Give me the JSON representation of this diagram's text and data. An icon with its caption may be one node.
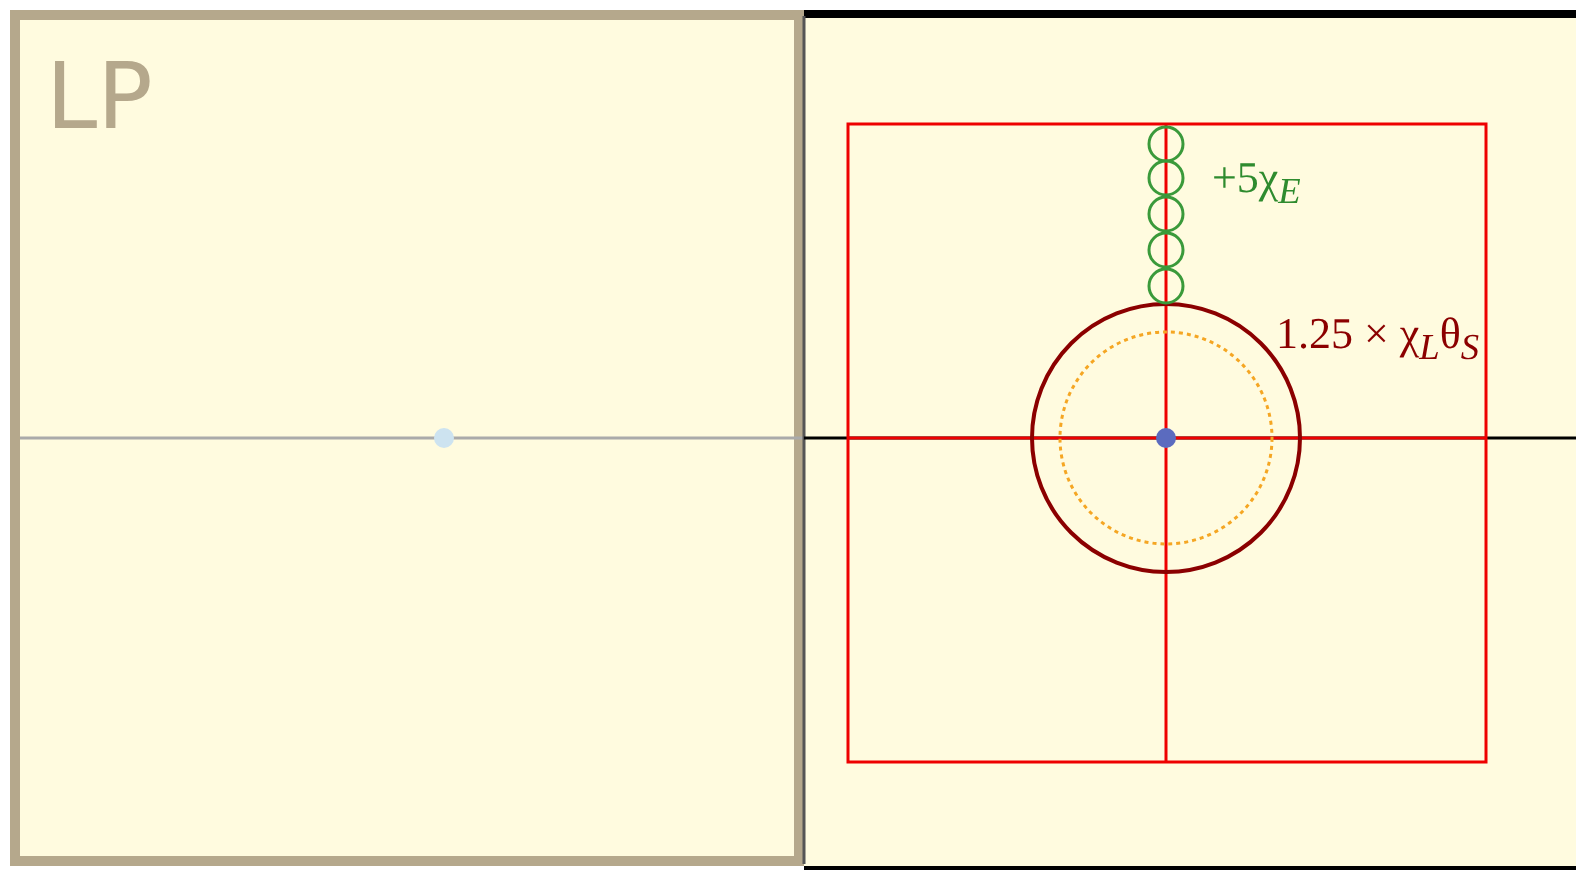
{
  "diagram": {
    "nodes": [
      {
        "text": [
          "LP"
        ]
      }
    ],
    "labels": [
      "+5χ$_{E}$",
      "1.25 × χ$_{L}$θ$_{S}$"
    ]
  }
}
